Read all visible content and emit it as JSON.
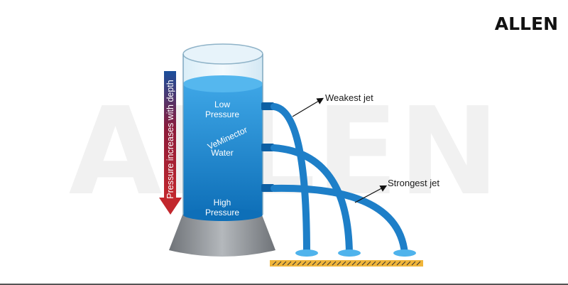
{
  "brand": {
    "logo_text": "ALLEN",
    "watermark_text": "ALLEN"
  },
  "tank": {
    "top_label_line1": "Low",
    "top_label_line2": "Pressure",
    "middle_label": "Water",
    "watermark_label": "VeMinector",
    "bottom_label_line1": "High",
    "bottom_label_line2": "Pressure"
  },
  "arrow": {
    "text": "Pressure increases with depth",
    "color": "#8b1a3a"
  },
  "jets": {
    "weakest_label": "Weakest jet",
    "strongest_label": "Strongest jet",
    "color": "#1e7fc8"
  },
  "colors": {
    "water": "#1a86cf",
    "ground": "#f0b53a",
    "base": "#8e9297"
  }
}
